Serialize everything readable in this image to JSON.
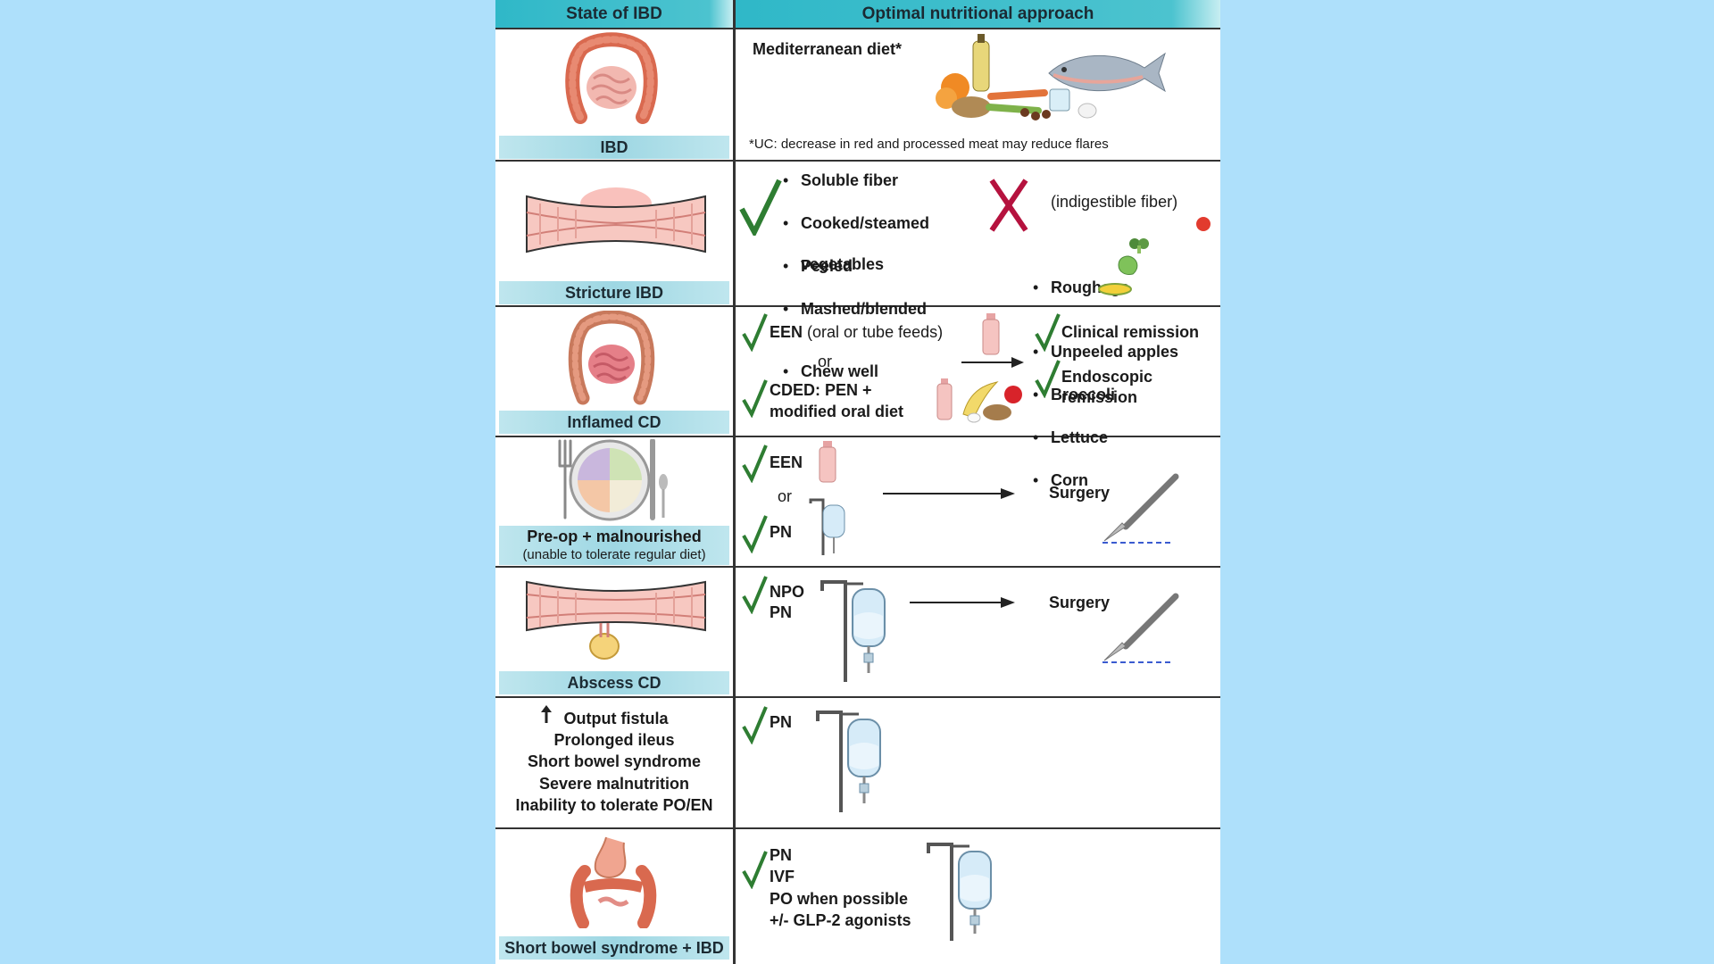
{
  "header": {
    "left": "State of IBD",
    "right": "Optimal nutritional approach"
  },
  "rows": {
    "ibd": {
      "label": "IBD",
      "diet": "Mediterranean diet*",
      "footnote": "*UC: decrease in red and processed meat may reduce flares"
    },
    "stricture": {
      "label": "Stricture IBD",
      "recommended": [
        "Soluble fiber",
        "Cooked/steamed",
        "Peeled",
        "Mashed/blended",
        "vegetables",
        "Chew well"
      ],
      "avoid_title": "Roughage",
      "avoid_sub": "(indigestible fiber)",
      "avoid": [
        "Unpeeled apples",
        "Broccoli",
        "Lettuce",
        "Corn"
      ]
    },
    "inflamed": {
      "label": "Inflamed CD",
      "een": "EEN",
      "een_note": "(oral or tube feeds)",
      "or": "or",
      "cded_1": "CDED: PEN +",
      "cded_2": "modified oral diet",
      "outcome_1": "Clinical remission",
      "outcome_2a": "Endoscopic",
      "outcome_2b": "remission"
    },
    "preop": {
      "label": "Pre-op + malnourished",
      "sublabel": "(unable to tolerate regular diet)",
      "een": "EEN",
      "or": "or",
      "pn": "PN",
      "outcome": "Surgery"
    },
    "abscess": {
      "label": "Abscess CD",
      "npo": "NPO",
      "pn": "PN",
      "outcome": "Surgery"
    },
    "fistula": {
      "lines": [
        "Output fistula",
        "Prolonged ileus",
        "Short bowel syndrome",
        "Severe malnutrition",
        "Inability to tolerate PO/EN"
      ],
      "pn": "PN"
    },
    "sbs": {
      "label": "Short bowel syndrome + IBD",
      "items": [
        "PN",
        "IVF",
        "PO when possible",
        "+/- GLP-2 agonists"
      ]
    }
  },
  "colors": {
    "check": "#2e7d32",
    "cross": "#b5123e",
    "header": "#2fb8c8",
    "label_band": "#a8dbe6"
  },
  "icons": [
    "colon-icon",
    "check-icon",
    "cross-icon",
    "bottle-icon",
    "iv-bag-icon",
    "scalpel-icon",
    "plate-icon",
    "food-icon",
    "fish-icon",
    "arrow-icon",
    "up-arrow-icon"
  ]
}
